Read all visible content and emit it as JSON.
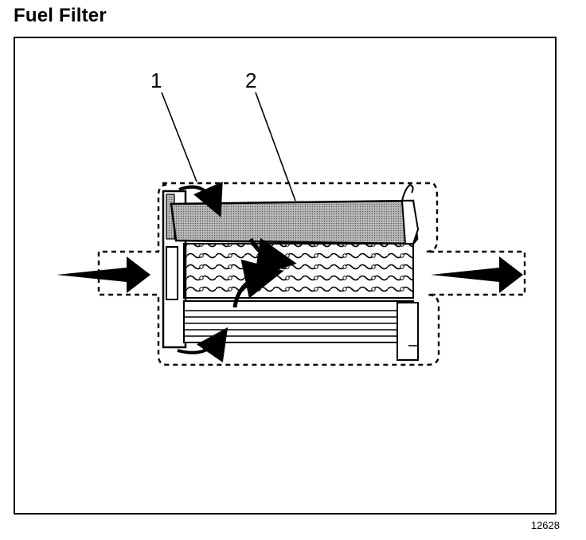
{
  "title": "Fuel Filter",
  "callouts": [
    {
      "label": "1"
    },
    {
      "label": "2"
    }
  ],
  "figure_number": "12628"
}
